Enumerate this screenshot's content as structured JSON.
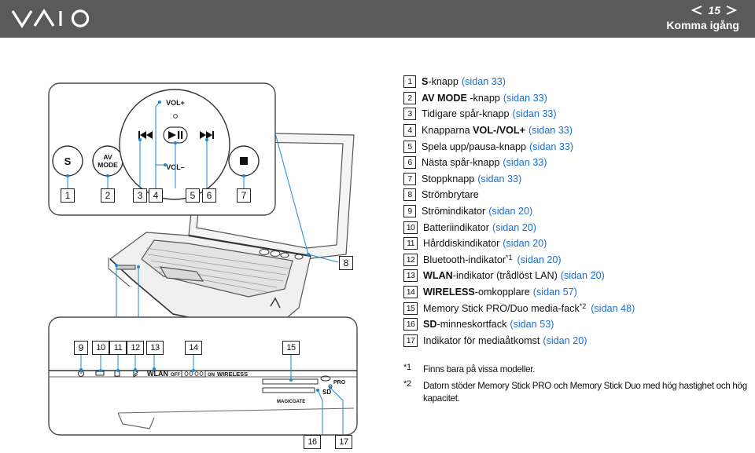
{
  "header": {
    "brand": "VAIO",
    "page_number": "15",
    "section_title": "Komma igång",
    "colors": {
      "bar": "#5a5a5a",
      "text": "#ffffff",
      "link": "#1a6fd1"
    },
    "icons": [
      "prev-page-arrow-icon",
      "next-page-arrow-icon"
    ]
  },
  "diagram": {
    "top_panel": {
      "buttons": {
        "s": "S",
        "av_mode_line1": "AV",
        "av_mode_line2": "MODE",
        "vol_plus": "VOL+",
        "vol_minus": "VOL–",
        "stop_icon": "stop-icon"
      },
      "callouts": [
        "1",
        "2",
        "3",
        "4",
        "5",
        "6",
        "7"
      ]
    },
    "laptop_callout": "8",
    "front_panel": {
      "callouts_top": [
        "9",
        "10",
        "11",
        "12",
        "13",
        "14",
        "15"
      ],
      "callouts_bottom": [
        "16",
        "17"
      ],
      "labels": {
        "wlan": "WLAN",
        "off": "OFF",
        "on": "ON",
        "wireless": "WIRELESS",
        "pro": "PRO",
        "sd": "SD",
        "magicgate": "MAGICGATE"
      }
    }
  },
  "legend": [
    {
      "num": "1",
      "bold": "S",
      "text": "-knapp",
      "link": "(sidan 33)"
    },
    {
      "num": "2",
      "bold": "AV MODE",
      "text": " -knapp",
      "link": "(sidan 33)"
    },
    {
      "num": "3",
      "bold": "",
      "text": "Tidigare spår-knapp",
      "link": "(sidan 33)"
    },
    {
      "num": "4",
      "bold": "VOL-/VOL+",
      "pre": "Knapparna ",
      "text": "",
      "link": "(sidan 33)"
    },
    {
      "num": "5",
      "bold": "",
      "text": "Spela upp/pausa-knapp",
      "link": "(sidan 33)"
    },
    {
      "num": "6",
      "bold": "",
      "text": "Nästa spår-knapp",
      "link": "(sidan 33)"
    },
    {
      "num": "7",
      "bold": "",
      "text": "Stoppknapp",
      "link": "(sidan 33)"
    },
    {
      "num": "8",
      "bold": "",
      "text": "Strömbrytare",
      "link": ""
    },
    {
      "num": "9",
      "bold": "",
      "text": "Strömindikator",
      "link": "(sidan 20)"
    },
    {
      "num": "10",
      "bold": "",
      "text": "Batteriindikator",
      "link": "(sidan 20)"
    },
    {
      "num": "11",
      "bold": "",
      "text": "Hårddiskindikator",
      "link": "(sidan 20)"
    },
    {
      "num": "12",
      "bold": "",
      "text": "Bluetooth-indikator",
      "sup": "*1",
      "link": "(sidan 20)"
    },
    {
      "num": "13",
      "bold": "WLAN",
      "text": "-indikator (trådlöst LAN)",
      "link": "(sidan 20)"
    },
    {
      "num": "14",
      "bold": "WIRELESS",
      "text": "-omkopplare",
      "link": "(sidan 57)"
    },
    {
      "num": "15",
      "bold": "",
      "text": "Memory Stick PRO/Duo media-fack",
      "sup": "*2",
      "link": "(sidan 48)"
    },
    {
      "num": "16",
      "bold": "SD",
      "text": "-minneskortfack",
      "link": "(sidan 53)"
    },
    {
      "num": "17",
      "bold": "",
      "text": "Indikator för mediaåtkomst",
      "link": "(sidan 20)"
    }
  ],
  "footnotes": [
    {
      "mark": "*1",
      "text": "Finns bara på vissa modeller."
    },
    {
      "mark": "*2",
      "text": "Datorn stöder Memory Stick PRO och Memory Stick Duo med hög hastighet och hög kapacitet."
    }
  ]
}
